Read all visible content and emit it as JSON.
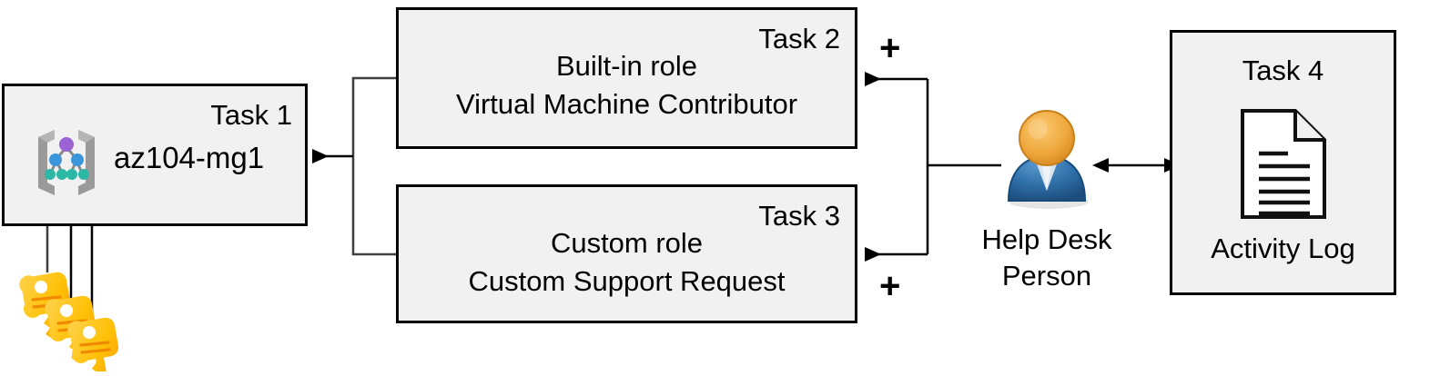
{
  "diagram": {
    "title": "Azure RBAC task diagram",
    "background_color": "#ffffff",
    "box_fill": "#f1f1f1",
    "box_stroke": "#000000"
  },
  "task1": {
    "label": "Task 1",
    "name": "az104-mg1",
    "icon": "management-group-icon",
    "icon_colors": {
      "bracket": "#9a9a9a",
      "root_node": "#9b63d3",
      "mid_node": "#3a96dd",
      "leaf_node": "#2bb8a5"
    }
  },
  "task2": {
    "label": "Task 2",
    "line1": "Built-in role",
    "line2": "Virtual Machine Contributor"
  },
  "task3": {
    "label": "Task 3",
    "line1": "Custom role",
    "line2": "Custom Support Request"
  },
  "task4": {
    "label": "Task 4",
    "caption": "Activity Log",
    "icon": "document-icon"
  },
  "person": {
    "caption_line1": "Help Desk",
    "caption_line2": "Person",
    "icon": "user-icon",
    "head_color": "#e8a33d",
    "body_color": "#2e6da4"
  },
  "keys": {
    "icon": "key-icon",
    "count": 3,
    "color": "#ffc629",
    "color_dark": "#f5a623"
  },
  "operators": {
    "plus_top": "+",
    "plus_bottom": "+"
  }
}
